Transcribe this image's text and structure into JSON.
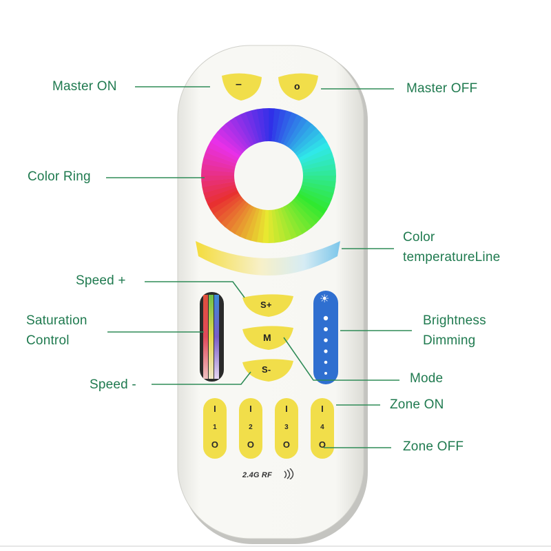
{
  "labels": {
    "master_on": "Master ON",
    "master_off": "Master OFF",
    "color_ring": "Color Ring",
    "color_temp_line1": "Color",
    "color_temp_line2": "temperatureLine",
    "speed_plus": "Speed +",
    "saturation_line1": "Saturation",
    "saturation_line2": "Control",
    "brightness_line1": "Brightness",
    "brightness_line2": "Dimming",
    "mode": "Mode",
    "speed_minus": "Speed -",
    "zone_on": "Zone ON",
    "zone_off": "Zone OFF"
  },
  "remote": {
    "master_on_symbol": "–",
    "master_off_symbol": "o",
    "speed_plus_key": "S+",
    "mode_key": "M",
    "speed_minus_key": "S-",
    "brightness_sun_icon": "☀",
    "zones": [
      {
        "on": "I",
        "number": "1",
        "off": "O"
      },
      {
        "on": "I",
        "number": "2",
        "off": "O"
      },
      {
        "on": "I",
        "number": "3",
        "off": "O"
      },
      {
        "on": "I",
        "number": "4",
        "off": "O"
      }
    ],
    "rf_label": "2.4G RF"
  },
  "colors": {
    "label_text": "#1f7a4f",
    "leader_line": "#2e8b57",
    "remote_body": "#f6f6f2",
    "button_yellow": "#f1de4a",
    "brightness_blue": "#2f6fd0"
  },
  "icons": {
    "rf_icon": "signal-waves-icon",
    "brightness_icon": "sun-icon"
  }
}
